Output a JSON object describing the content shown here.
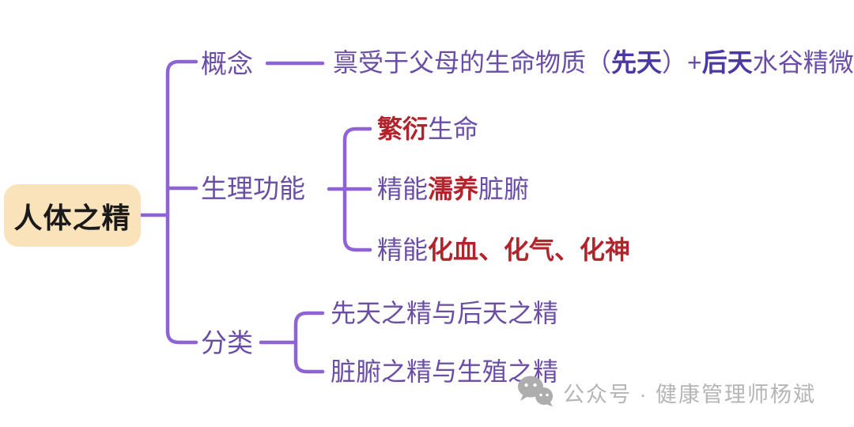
{
  "root": {
    "label": "人体之精"
  },
  "colors": {
    "branch_line": "#8e63d5",
    "text_purple": "#6a4da6",
    "text_purple_bold": "#4c38a4",
    "text_red": "#b2242c",
    "root_fill": "#fae2ba",
    "watermark_gray": "#b5b5b5"
  },
  "branches": {
    "concept": {
      "label": "概念",
      "content": {
        "full_text": "禀受于父母的生命物质（先天）+后天水谷精微",
        "parts": [
          {
            "text": "禀受于父母的生命物质（",
            "emphasis": "none"
          },
          {
            "text": "先天",
            "emphasis": "bold-purple"
          },
          {
            "text": "）+",
            "emphasis": "none"
          },
          {
            "text": "后天",
            "emphasis": "bold-purple"
          },
          {
            "text": "水谷精微",
            "emphasis": "none"
          }
        ]
      }
    },
    "functions": {
      "label": "生理功能",
      "items": [
        {
          "full_text": "繁衍生命",
          "parts": [
            {
              "text": "繁衍",
              "emphasis": "red-bold"
            },
            {
              "text": "生命",
              "emphasis": "none"
            }
          ]
        },
        {
          "full_text": "精能濡养脏腑",
          "parts": [
            {
              "text": "精能",
              "emphasis": "none"
            },
            {
              "text": "濡养",
              "emphasis": "red-bold"
            },
            {
              "text": "脏腑",
              "emphasis": "none"
            }
          ]
        },
        {
          "full_text": "精能化血、化气、化神",
          "parts": [
            {
              "text": "精能",
              "emphasis": "none"
            },
            {
              "text": "化血、化气、化神",
              "emphasis": "red-bold"
            }
          ]
        }
      ]
    },
    "classification": {
      "label": "分类",
      "items": [
        {
          "text": "先天之精与后天之精"
        },
        {
          "text": "脏腑之精与生殖之精"
        }
      ]
    }
  },
  "watermark": {
    "icon": "wechat-icon",
    "text": "公众号 · 健康管理师杨斌"
  }
}
